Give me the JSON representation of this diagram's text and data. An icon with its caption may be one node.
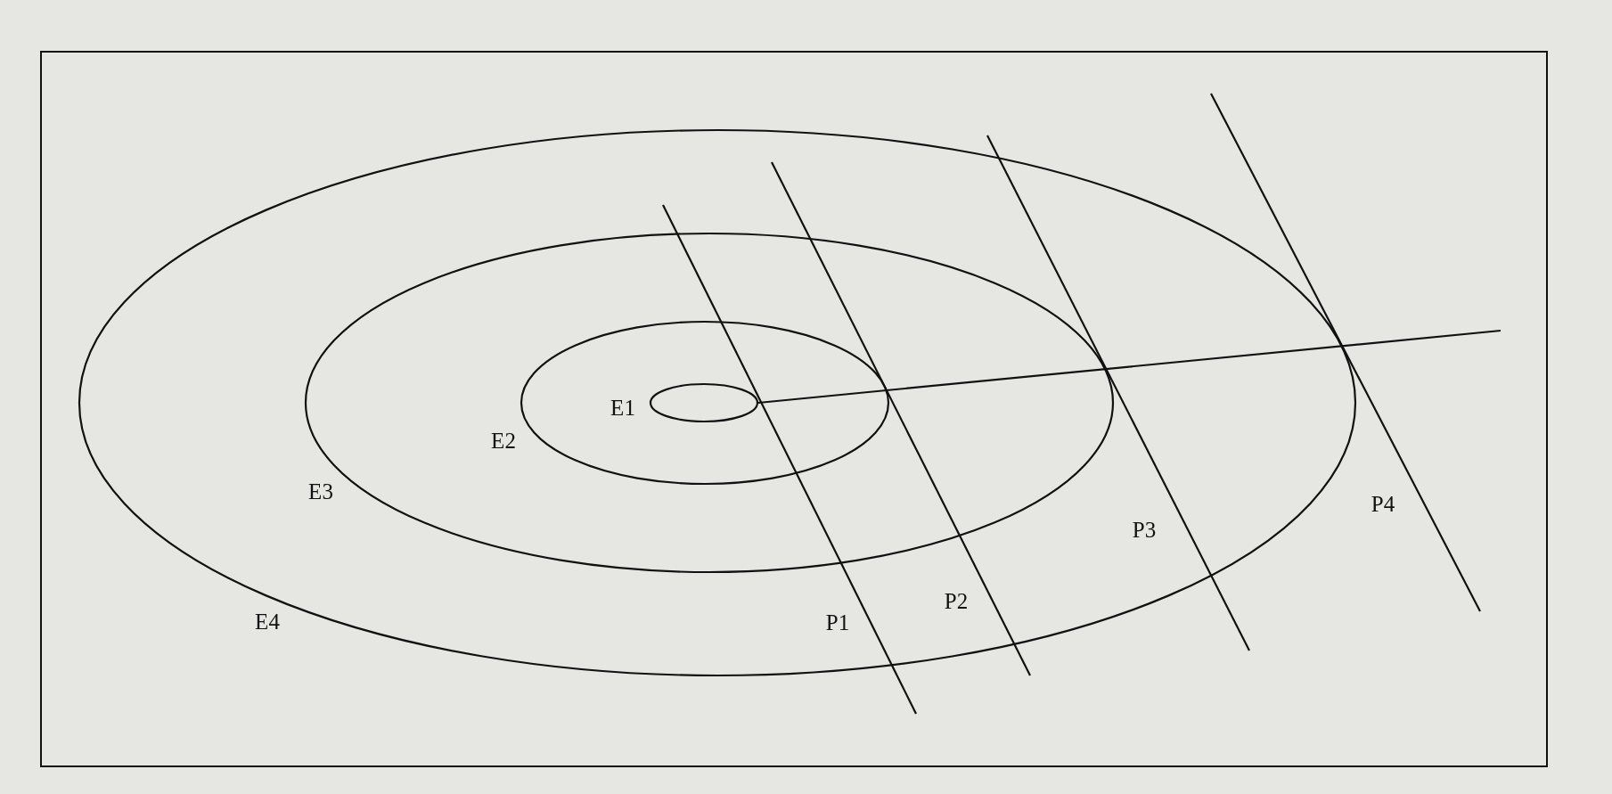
{
  "diagram": {
    "nodes": [
      {
        "text": [
          "E4"
        ]
      },
      {
        "text": [
          "E3"
        ],
        "in": 0
      },
      {
        "text": [
          "E2"
        ],
        "in": 1
      },
      {
        "text": [
          "E1"
        ],
        "in": 2
      }
    ],
    "labels": [
      "P1",
      "P2",
      "P3",
      "P4"
    ]
  }
}
